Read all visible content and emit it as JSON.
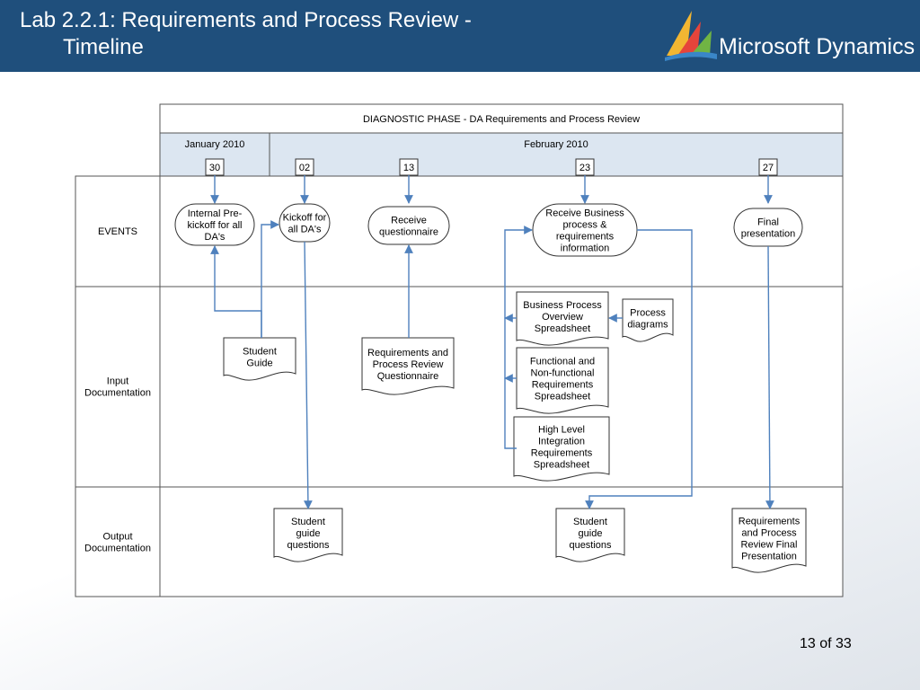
{
  "slide": {
    "title_line1": "Lab 2.2.1: Requirements and Process Review -",
    "title_line2": "Timeline",
    "logo_text": "Microsoft Dynamics",
    "logo_icon": "microsoft-dynamics-logo-icon",
    "page_indicator": "13 of 33"
  },
  "diagram": {
    "phase_title": "DIAGNOSTIC PHASE - DA Requirements and Process Review",
    "months": [
      "January 2010",
      "February 2010"
    ],
    "dates": [
      "30",
      "02",
      "13",
      "23",
      "27"
    ],
    "lanes": {
      "events": "EVENTS",
      "input": [
        "Input",
        "Documentation"
      ],
      "output": [
        "Output",
        "Documentation"
      ]
    },
    "events": [
      [
        "Internal Pre-",
        "kickoff for all",
        "DA's"
      ],
      [
        "Kickoff for",
        "all DA's"
      ],
      [
        "Receive",
        "questionnaire"
      ],
      [
        "Receive Business",
        "process &",
        "requirements",
        "information"
      ],
      [
        "Final",
        "presentation"
      ]
    ],
    "inputs": {
      "student_guide": [
        "Student",
        "Guide"
      ],
      "questionnaire": [
        "Requirements and",
        "Process Review",
        "Questionnaire"
      ],
      "bp_overview": [
        "Business Process",
        "Overview",
        "Spreadsheet"
      ],
      "process_diagrams": [
        "Process",
        "diagrams"
      ],
      "functional": [
        "Functional and",
        "Non-functional",
        "Requirements",
        "Spreadsheet"
      ],
      "integration": [
        "High Level",
        "Integration",
        "Requirements",
        "Spreadsheet"
      ]
    },
    "outputs": {
      "guide_questions_1": [
        "Student",
        "guide",
        "questions"
      ],
      "guide_questions_2": [
        "Student",
        "guide",
        "questions"
      ],
      "final_presentation": [
        "Requirements",
        "and Process",
        "Review Final",
        "Presentation"
      ]
    },
    "colors": {
      "band_fill": "#dce6f1",
      "arrow": "#4f81bd",
      "border": "#555555"
    }
  }
}
